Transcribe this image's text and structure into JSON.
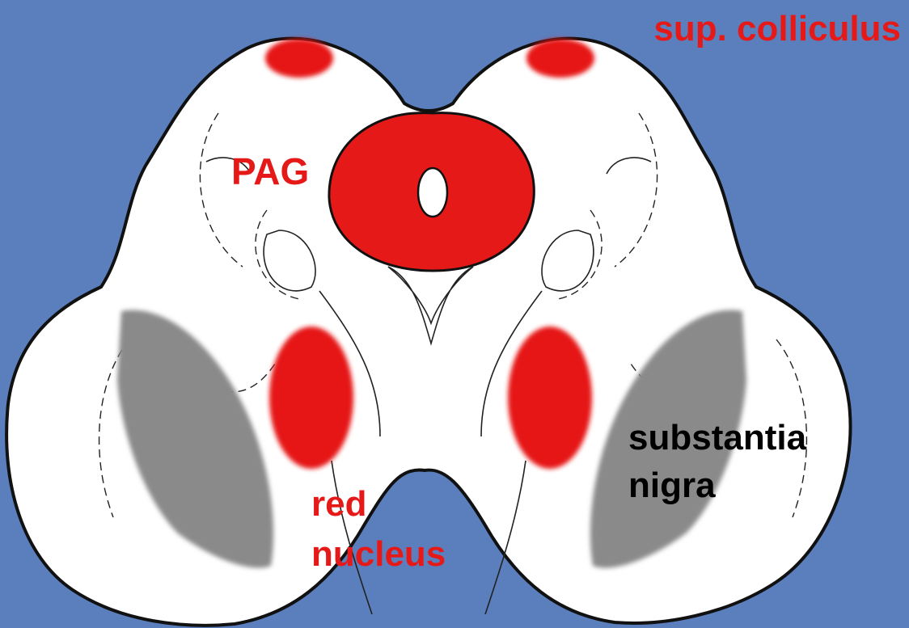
{
  "labels": {
    "sup_colliculus": "sup. colliculus",
    "pag": "PAG",
    "red_nucleus_line1": "red",
    "red_nucleus_line2": "nucleus",
    "substantia_line1": "substantia",
    "substantia_line2": "nigra"
  },
  "colors": {
    "background": "#5b7fbd",
    "tissue": "#ffffff",
    "outline": "#111111",
    "highlight": "#e61919",
    "substantia_nigra": "#8a8a8a",
    "label_red": "#e61919",
    "label_dark": "#000000"
  }
}
